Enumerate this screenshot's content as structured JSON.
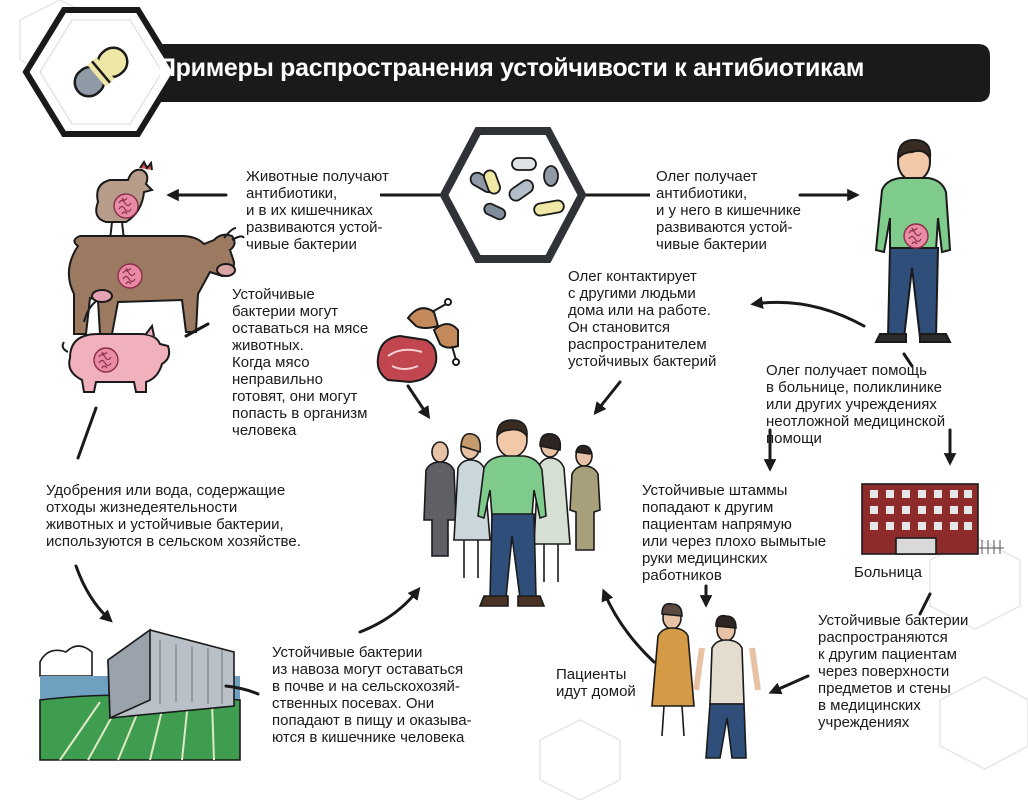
{
  "header": {
    "title": "Примеры распространения устойчивости к антибиотикам"
  },
  "icons": {
    "header": "capsule-icon",
    "pills": "pills-icon",
    "animals": "farm-animals-icon",
    "meat": "meat-icon",
    "person": "oleg-icon",
    "crowd": "people-group-icon",
    "farm": "farm-field-icon",
    "hospital": "hospital-icon",
    "patients": "patients-icon"
  },
  "colors": {
    "banner": "#1a1a1a",
    "gut": "#e88ba4",
    "shirt": "#7fcb8c",
    "pants": "#2f4f7a",
    "hospital": "#8e2b2b",
    "field": "#3f9d4f"
  },
  "texts": {
    "animals_get": "Животные получают\nантибиотики,\nи в их кишечниках\nразвиваются устой-\nчивые бактерии",
    "oleg_gets": "Олег получает\nантибиотики,\nи у него в кишечнике\nразвиваются устой-\nчивые бактерии",
    "meat": "Устойчивые\nбактерии могут\nоставаться на мясе\nживотных.\nКогда мясо\nнеправильно\nготовят, они могут\nпопасть в организм\nчеловека",
    "contact": "Олег контактирует\nс другими людьми\nдома или на работе.\nОн становится\nраспространителем\nустойчивых бактерий",
    "help": "Олег получает помощь\nв больнице, поликлинике\nили других учреждениях\nнеотложной медицинской\nпомощи",
    "fertilizer": "Удобрения или вода, содержащие\nотходы жизнедеятельности\nживотных и устойчивые бактерии,\nиспользуются  в сельском хозяйстве.",
    "strains": "Устойчивые штаммы\nпопадают  к другим\nпациентам напрямую\nили через плохо вымытые\nруки медицинских\nработников",
    "hospital_label": "Больница",
    "manure": "Устойчивые бактерии\nиз навоза могут оставаться\nв почве и на сельскохозяй-\nственных посевах. Они\nпопадают в пищу и оказыва-\nются в кишечнике человека",
    "go_home": "Пациенты\nидут домой",
    "surfaces": "Устойчивые бактерии\nраспространяются\nк другим пациентам\nчерез поверхности\nпредметов и стены\nв медицинских\nучреждениях"
  }
}
